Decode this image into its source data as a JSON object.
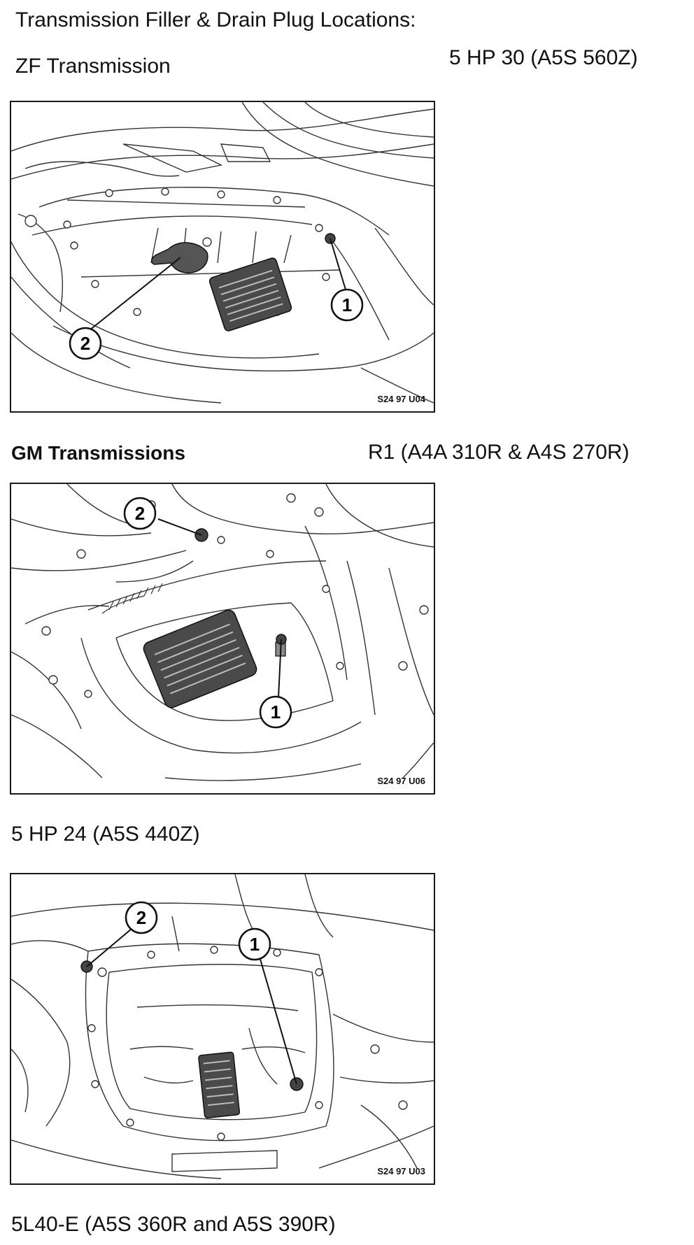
{
  "heading": "Transmission Filler & Drain Plug Locations:",
  "sections": [
    {
      "group_label": "ZF Transmission",
      "model_label": "5 HP 30 (A5S 560Z)",
      "figure": {
        "code": "S24 97 U04",
        "callouts": [
          "1",
          "2"
        ]
      }
    },
    {
      "group_label": "GM Transmissions",
      "model_label": "R1 (A4A 310R & A4S 270R)",
      "figure": {
        "code": "S24 97 U06",
        "callouts": [
          "2",
          "1"
        ]
      }
    },
    {
      "model_label": "5 HP 24 (A5S 440Z)",
      "figure": {
        "code": "S24 97 U03",
        "callouts": [
          "2",
          "1"
        ]
      }
    }
  ],
  "footer_label": "5L40-E (A5S 360R and A5S 390R)"
}
